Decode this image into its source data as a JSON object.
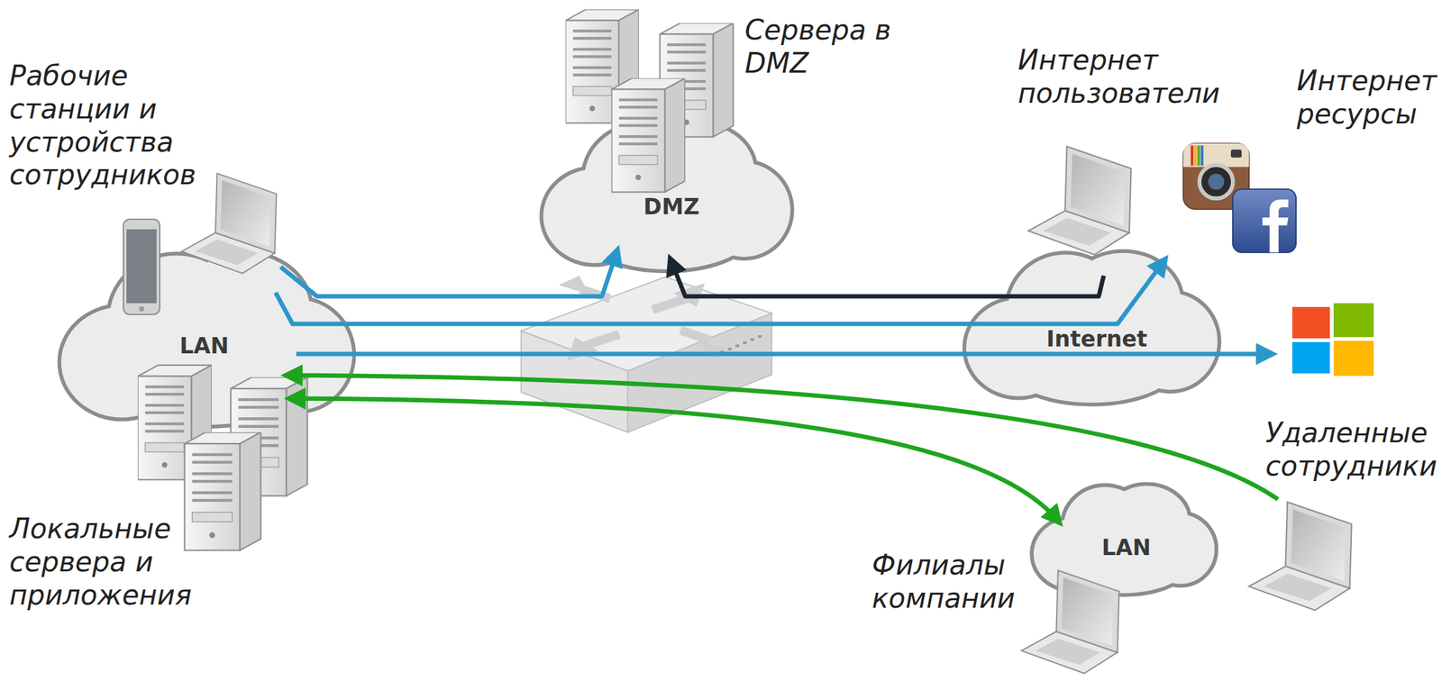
{
  "diagram": {
    "nodes": [
      {
        "text": [
          "LAN"
        ]
      },
      {
        "text": [
          "DMZ"
        ]
      },
      {
        "text": [
          "Internet"
        ]
      },
      {
        "text": [
          "Интернет пользователи"
        ]
      },
      {
        "text": [
          "Интернет ресурсы"
        ]
      },
      {
        "text": [
          "LAN"
        ]
      },
      {
        "text": [
          "Удаленные сотрудники"
        ]
      }
    ],
    "edges": [
      {
        "from": 0,
        "to": 1,
        "arrow": "to"
      },
      {
        "from": 0,
        "to": 4,
        "arrow": "to"
      },
      {
        "from": 0,
        "to": 4,
        "arrow": "to"
      },
      {
        "from": 3,
        "to": 1,
        "arrow": "to"
      },
      {
        "from": 6,
        "to": 0,
        "arrow": "to"
      },
      {
        "from": 0,
        "to": 5,
        "arrow": "both"
      }
    ],
    "labels": [
      "Рабочие станции и устройства сотрудников",
      "Сервера в DMZ",
      "Локальные сервера и приложения",
      "Филиалы компании"
    ]
  }
}
